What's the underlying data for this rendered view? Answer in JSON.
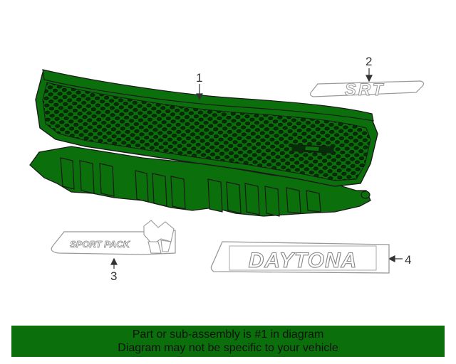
{
  "callouts": {
    "grille": "1",
    "srt_emblem": "2",
    "sport_pack_emblem": "3",
    "daytona_emblem": "4"
  },
  "emblem_text": {
    "srt": "SRT",
    "sport_pack": "SPORT PACK",
    "daytona": "DAYTONA"
  },
  "footer": {
    "line1": "Part or sub-assembly is #1 in diagram",
    "line2": "Diagram may not be specific to your vehicle"
  },
  "colors": {
    "part_green": "#0b700b",
    "outline": "#1a1a1a",
    "emblem_outline": "#999999"
  }
}
